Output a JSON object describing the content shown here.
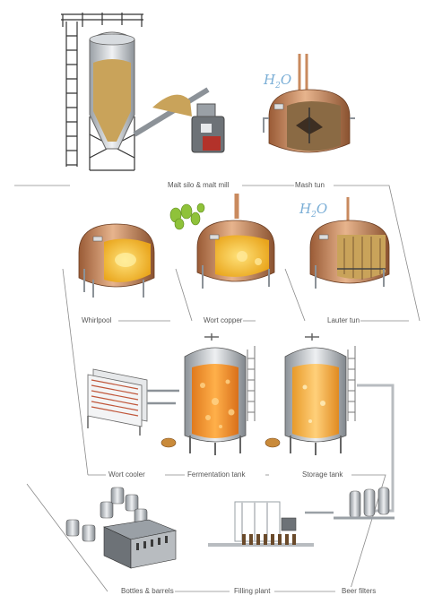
{
  "labels": {
    "malt_silo": "Malt silo & malt mill",
    "mash_tun": "Mash tun",
    "whirlpool": "Whirlpool",
    "wort_copper": "Wort copper",
    "lauter_tun": "Lauter tun",
    "wort_cooler": "Wort cooler",
    "fermentation_tank": "Fermentation tank",
    "storage_tank": "Storage tank",
    "bottles_barrels": "Bottles & barrels",
    "filling_plant": "Filling plant",
    "beer_filters": "Beer filters"
  },
  "water": {
    "symbol": "H",
    "subscript": "2",
    "suffix": "O"
  },
  "colors": {
    "copper": "#c98a5e",
    "copper_dark": "#8a5230",
    "malt": "#c9a35a",
    "wort": "#f0b830",
    "beer_foam": "#f29a2e",
    "steel": "#c8ccd0",
    "steel_dark": "#7e848a",
    "line": "#8a8a8a",
    "hops": "#8fc23a"
  }
}
